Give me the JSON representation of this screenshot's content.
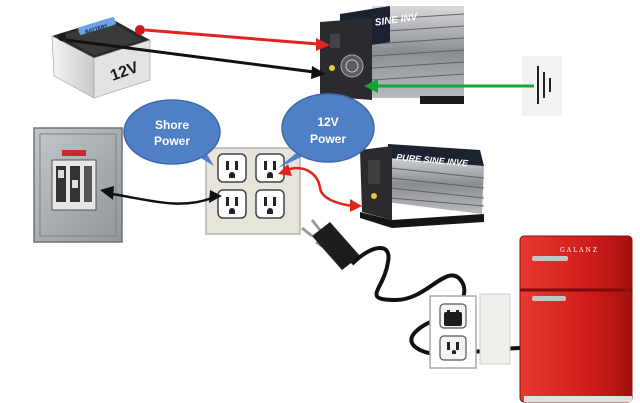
{
  "battery": {
    "label": "BATTERY",
    "voltage": "12V"
  },
  "inverter_top": {
    "text": "PURE SINE INV"
  },
  "inverter_mid": {
    "text": "PURE SINE INVE"
  },
  "bubbles": {
    "shore": {
      "line1": "Shore",
      "line2": "Power"
    },
    "twelve_v": {
      "line1": "12V",
      "line2": "Power"
    }
  },
  "fridge": {
    "brand": "GALANZ"
  },
  "colors": {
    "bubble": "#4f7fc4",
    "positive_wire": "#e0241f",
    "negative_wire": "#111111",
    "ground_wire": "#15a532",
    "fridge": "#d3201e",
    "inverter": "#6b6e74"
  }
}
